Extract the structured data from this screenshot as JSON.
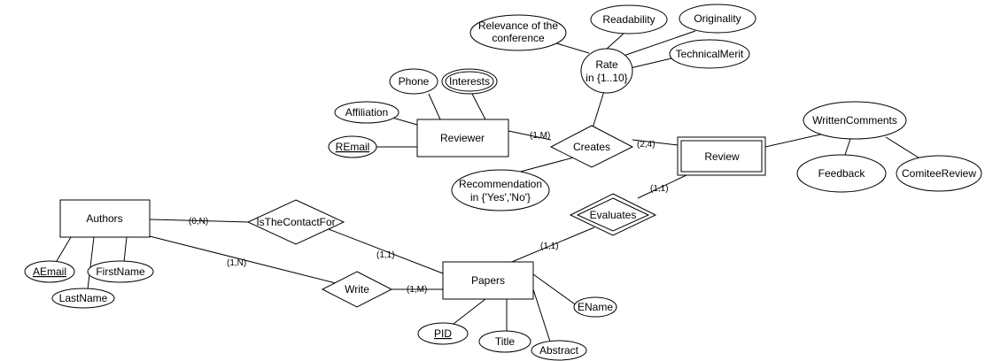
{
  "entities": {
    "reviewer": "Reviewer",
    "review": "Review",
    "authors": "Authors",
    "papers": "Papers"
  },
  "relationships": {
    "creates": "Creates",
    "evaluates": "Evaluates",
    "is_the_contact_for": "IsTheContactFor",
    "write": "Write"
  },
  "attributes": {
    "relevance_line1": "Relevance of the",
    "relevance_line2": "conference",
    "readability": "Readability",
    "originality": "Originality",
    "rate_line1": "Rate",
    "rate_line2": "in {1..10}",
    "technical_merit": "TechnicalMerit",
    "phone": "Phone",
    "interests": "Interests",
    "affiliation": "Affiliation",
    "remail": "REmail",
    "recommendation_line1": "Recommendation",
    "recommendation_line2": "in {'Yes','No'}",
    "written_comments": "WrittenComments",
    "feedback": "Feedback",
    "comittee_review": "ComiteeReview",
    "aemail": "AEmail",
    "first_name": "FirstName",
    "last_name": "LastName",
    "pid": "PID",
    "title": "Title",
    "abstract": "Abstract",
    "ename": "EName"
  },
  "cardinalities": {
    "reviewer_creates": "(1,M)",
    "creates_review": "(2,4)",
    "review_evaluates": "(1,1)",
    "evaluates_papers": "(1,1)",
    "authors_contact": "(0,N)",
    "contact_papers": "(1,1)",
    "authors_write": "(1,N)",
    "write_papers": "(1,M)"
  }
}
